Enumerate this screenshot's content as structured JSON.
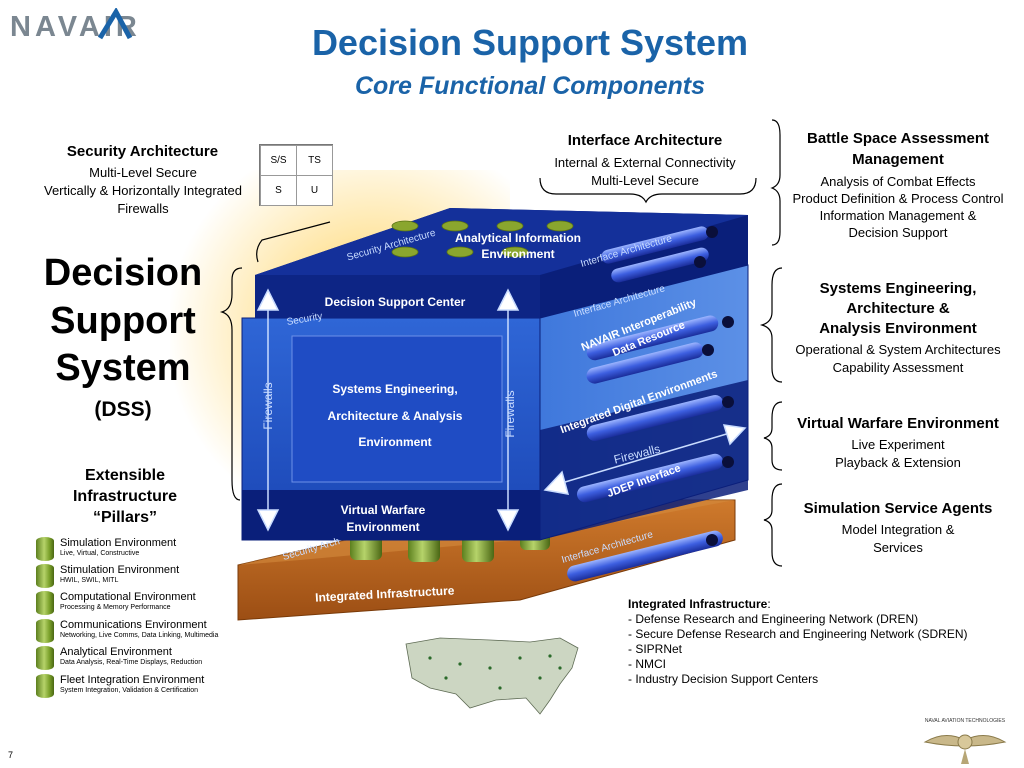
{
  "header": {
    "logo_text": "NAVAIR",
    "title": "Decision Support System",
    "subtitle": "Core Functional Components"
  },
  "security": {
    "title": "Security Architecture",
    "lines": [
      "Multi-Level Secure",
      "Vertically & Horizontally Integrated",
      "Firewalls"
    ],
    "grid": [
      "S/S",
      "TS",
      "S",
      "U"
    ]
  },
  "dss": {
    "lines": [
      "Decision",
      "Support",
      "System"
    ],
    "abbr": "(DSS)"
  },
  "extensible": [
    "Extensible",
    "Infrastructure",
    "“Pillars”"
  ],
  "legend": [
    {
      "label": "Simulation Environment",
      "sub": "Live, Virtual, Constructive"
    },
    {
      "label": "Stimulation Environment",
      "sub": "HWIL, SWIL, MITL"
    },
    {
      "label": "Computational Environment",
      "sub": "Processing & Memory Performance"
    },
    {
      "label": "Communications Environment",
      "sub": "Networking, Live Comms, Data Linking, Multimedia"
    },
    {
      "label": "Analytical Environment",
      "sub": "Data Analysis, Real-Time Displays, Reduction"
    },
    {
      "label": "Fleet Integration Environment",
      "sub": "System Integration, Validation & Certification"
    }
  ],
  "interface": {
    "title": "Interface Architecture",
    "lines": [
      "Internal & External Connectivity",
      "Multi-Level Secure"
    ]
  },
  "battle_space": {
    "title": [
      "Battle Space Assessment",
      "Management"
    ],
    "lines": [
      "Analysis of Combat Effects",
      "Product Definition & Process Control",
      "Information Management &",
      "Decision Support"
    ]
  },
  "systems_eng": {
    "title": [
      "Systems Engineering,",
      "Architecture &",
      "Analysis Environment"
    ],
    "lines": [
      "Operational & System Architectures",
      "Capability Assessment"
    ]
  },
  "virtual_warfare": {
    "title": "Virtual Warfare Environment",
    "lines": [
      "Live Experiment",
      "Playback & Extension"
    ]
  },
  "sim_agents": {
    "title": "Simulation Service Agents",
    "lines": [
      "Model Integration &",
      "Services"
    ]
  },
  "integrated_infra": {
    "title": "Integrated Infrastructure",
    "items": [
      "- Defense Research and Engineering Network (DREN)",
      "- Secure Defense Research and Engineering Network (SDREN)",
      "- SIPRNet",
      "- NMCI",
      "- Industry Decision Support Centers"
    ]
  },
  "diagram": {
    "analytical_info": [
      "Analytical Information",
      "Environment"
    ],
    "decision_center": "Decision Support Center",
    "sea_box": [
      "Systems Engineering,",
      "Architecture & Analysis",
      "Environment"
    ],
    "virtual_warfare": [
      "Virtual Warfare",
      "Environment"
    ],
    "integrated_infra": "Integrated Infrastructure",
    "firewalls": "Firewalls",
    "security_arch": "Security Architecture",
    "security_short": "Security",
    "security_arch_short": "Security Arch",
    "interface_arch": "Interface Architecture",
    "navair_interop": [
      "NAVAIR Interoperability",
      "Data Resource"
    ],
    "integrated_digital": "Integrated Digital Environments",
    "jdep": "JDEP Interface"
  },
  "footer": {
    "page": "7",
    "seal_text": "NAVAL AVIATION TECHNOLOGIES"
  },
  "colors": {
    "title_blue": "#1a63a8",
    "navy": "#0a1f7a",
    "mid_blue": "#1f55c8",
    "light_blue": "#4b86e0",
    "copper": "#b8601a",
    "pillar_green": "#7aa02a"
  }
}
